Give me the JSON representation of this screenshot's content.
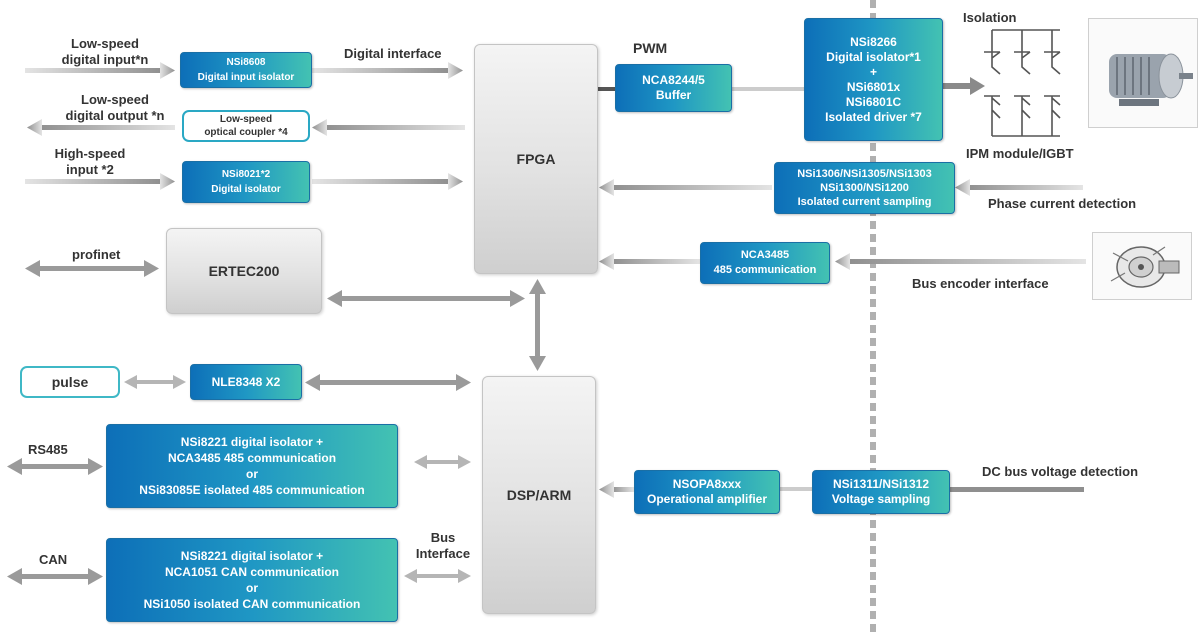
{
  "labels": {
    "low_speed_digital_input": [
      "Low-speed",
      "digital input*n"
    ],
    "low_speed_digital_output": [
      "Low-speed",
      "digital output *n"
    ],
    "high_speed_input": [
      "High-speed",
      "input *2"
    ],
    "profinet": "profinet",
    "digital_interface": "Digital interface",
    "pwm": "PWM",
    "isolation": "Isolation",
    "ipm_module": "IPM module/IGBT",
    "phase_current_detection": "Phase current detection",
    "bus_encoder_interface": "Bus encoder interface",
    "dc_bus_voltage_detection": "DC bus voltage detection",
    "rs485": "RS485",
    "can": "CAN",
    "bus_interface": [
      "Bus",
      "Interface"
    ]
  },
  "boxes": {
    "nsi8608": [
      "NSi8608",
      "Digital input isolator"
    ],
    "optocoupler": [
      "Low-speed",
      "optical coupler *4"
    ],
    "nsi8021": [
      "NSi8021*2",
      "Digital isolator"
    ],
    "ertec200": "ERTEC200",
    "fpga": "FPGA",
    "nca8244": [
      "NCA8244/5",
      "Buffer"
    ],
    "nsi8266": [
      "NSi8266",
      "Digital isolator*1",
      "+",
      "NSi6801x",
      "NSi6801C",
      "Isolated driver *7"
    ],
    "current_sampling": [
      "NSi1306/NSi1305/NSi1303",
      "NSi1300/NSi1200",
      "Isolated current sampling"
    ],
    "nca3485_enc": [
      "NCA3485",
      "485 communication"
    ],
    "pulse": "pulse",
    "nle8348": "NLE8348 X2",
    "rs485_block": [
      "NSi8221 digital isolator +",
      "NCA3485 485 communication",
      "or",
      "NSi83085E isolated 485 communication"
    ],
    "can_block": [
      "NSi8221 digital isolator +",
      "NCA1051 CAN communication",
      "or",
      "NSi1050 isolated CAN communication"
    ],
    "dsp_arm": "DSP/ARM",
    "nsopa": [
      "NSOPA8xxx",
      "Operational amplifier"
    ],
    "voltage_sampling": [
      "NSi1311/NSi1312",
      "Voltage sampling"
    ]
  },
  "colors": {
    "box_gradient_start": "#0d6fb8",
    "box_gradient_end": "#43c2b2",
    "arrow_grey": "#9a9a9a",
    "separator": "#b0b0b0",
    "text": "#333333"
  },
  "icons": {
    "igbt": "igbt-bridge-symbol",
    "motor": "motor-image",
    "encoder": "encoder-image"
  }
}
